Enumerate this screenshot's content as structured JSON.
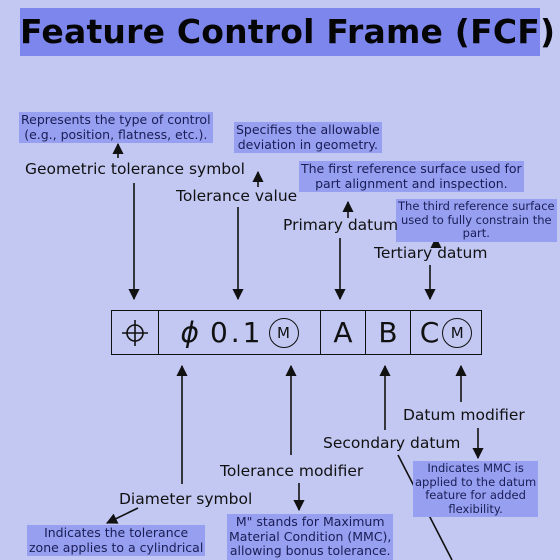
{
  "title": "Feature Control Frame (FCF)",
  "notes": {
    "type_of_control": [
      "Represents the type of control",
      "(e.g., position, flatness, etc.)."
    ],
    "allowable_deviation": [
      "Specifies the allowable",
      "deviation in geometry."
    ],
    "first_reference": [
      "The first reference surface used for",
      "part alignment and inspection."
    ],
    "third_reference": [
      "The third reference surface",
      "used to fully constrain the",
      "part."
    ],
    "mmc_datum": [
      "Indicates MMC is",
      "applied to the datum",
      "feature for added",
      "flexibility."
    ],
    "mmc_tolerance": [
      "M\" stands for Maximum",
      "Material Condition (MMC),",
      "allowing bonus tolerance."
    ],
    "cylindrical_zone": [
      "Indicates the tolerance",
      "zone applies to a cylindrical"
    ]
  },
  "labels": {
    "geometric_tolerance_symbol": "Geometric tolerance symbol",
    "tolerance_value": "Tolerance value",
    "primary_datum": "Primary datum",
    "tertiary_datum": "Tertiary datum",
    "datum_modifier": "Datum modifier",
    "secondary_datum": "Secondary datum",
    "tolerance_modifier": "Tolerance modifier",
    "diameter_symbol": "Diameter symbol"
  },
  "frame": {
    "diameter_symbol": "ϕ",
    "tolerance_value": "0.1",
    "tolerance_modifier": "M",
    "primary_datum": "A",
    "secondary_datum": "B",
    "tertiary_datum": "C",
    "datum_modifier": "M",
    "geometric_symbol_icon": "position-icon"
  }
}
